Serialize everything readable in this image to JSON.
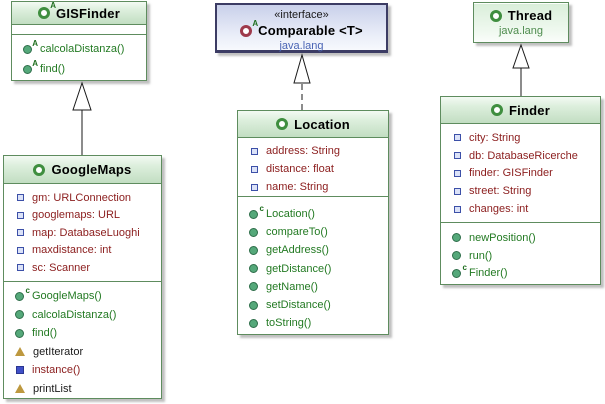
{
  "sup": {
    "constructor": "c",
    "abstract": "A"
  },
  "relations": [
    {
      "from": "GoogleMaps",
      "to": "GISFinder",
      "type": "extends",
      "line": "solid"
    },
    {
      "from": "Location",
      "to": "Comparable",
      "type": "implements",
      "line": "dashed"
    },
    {
      "from": "Finder",
      "to": "Thread",
      "type": "extends",
      "line": "solid"
    }
  ],
  "classes": {
    "gisfinder": {
      "title": "GISFinder",
      "methods": [
        {
          "label": "calcolaDistanza()"
        },
        {
          "label": "find()"
        }
      ]
    },
    "comparable": {
      "stereotype": "«interface»",
      "title": "Comparable <T>",
      "package": "java.lang"
    },
    "thread": {
      "title": "Thread",
      "package": "java.lang"
    },
    "googlemaps": {
      "title": "GoogleMaps",
      "fields": [
        "gm: URLConnection",
        "googlemaps: URL",
        "map: DatabaseLuoghi",
        "maxdistance: int",
        "sc: Scanner"
      ],
      "methods": [
        {
          "label": "GoogleMaps()",
          "kind": "constructor"
        },
        {
          "label": "calcolaDistanza()",
          "kind": "method"
        },
        {
          "label": "find()",
          "kind": "method"
        },
        {
          "label": "getIterator",
          "kind": "property"
        },
        {
          "label": "instance()",
          "kind": "static"
        },
        {
          "label": "printList",
          "kind": "property"
        }
      ]
    },
    "location": {
      "title": "Location",
      "fields": [
        "address: String",
        "distance: float",
        "name: String"
      ],
      "methods": [
        {
          "label": "Location()",
          "kind": "constructor"
        },
        {
          "label": "compareTo()"
        },
        {
          "label": "getAddress()"
        },
        {
          "label": "getDistance()"
        },
        {
          "label": "getName()"
        },
        {
          "label": "setDistance()"
        },
        {
          "label": "toString()"
        }
      ]
    },
    "finder": {
      "title": "Finder",
      "fields": [
        "city: String",
        "db: DatabaseRicerche",
        "finder: GISFinder",
        "street: String",
        "changes: int"
      ],
      "methods": [
        {
          "label": "newPosition()"
        },
        {
          "label": "run()"
        },
        {
          "label": "Finder()",
          "kind": "constructor"
        }
      ]
    }
  }
}
